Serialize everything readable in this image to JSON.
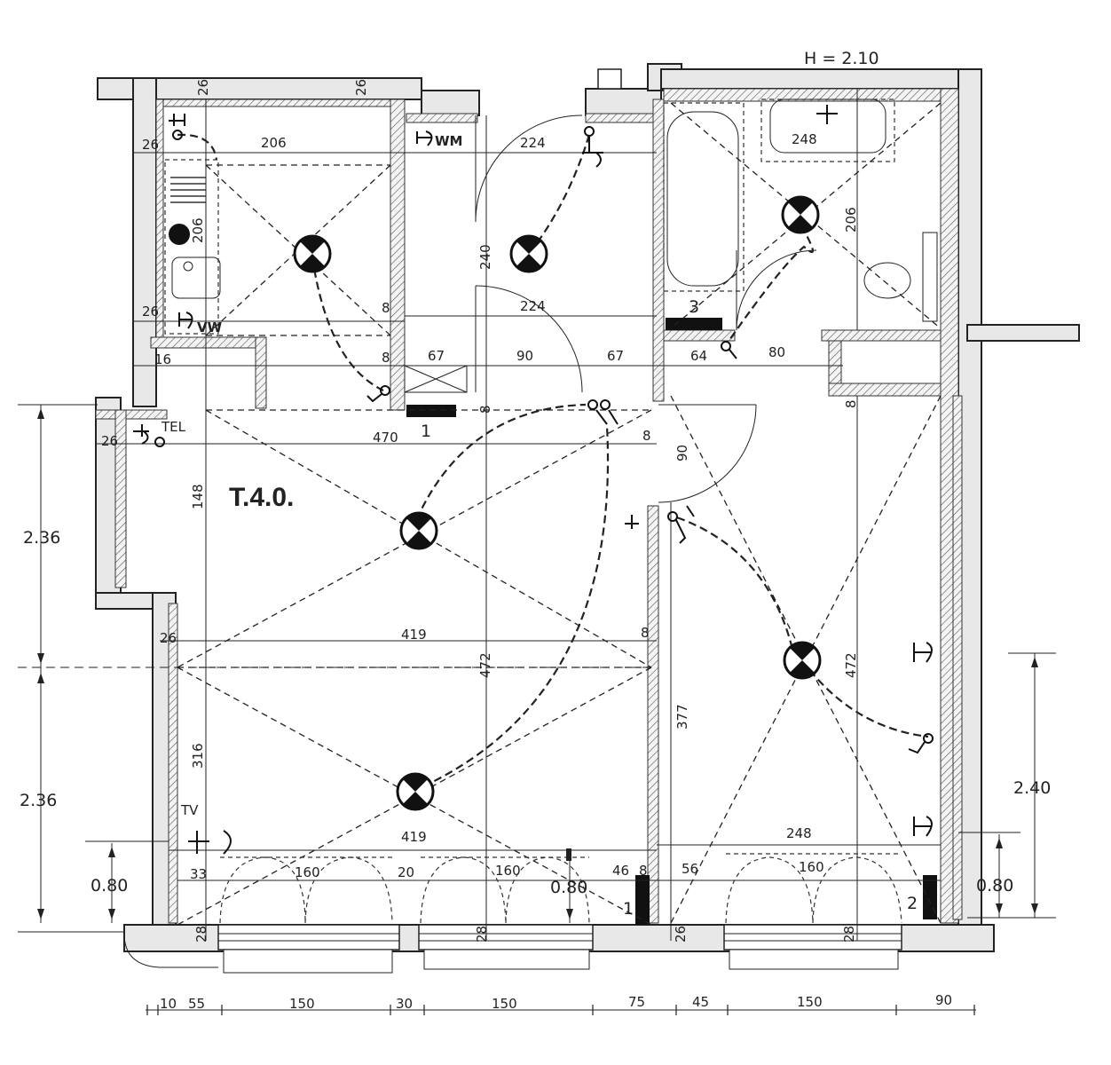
{
  "plan": {
    "height_label": "H = 2.10",
    "room_label": "T.4.0.",
    "symbols": {
      "washing_machine": "WM",
      "vw": "VW",
      "telephone": "TEL",
      "tv": "TV"
    },
    "markers": {
      "m1_top": "1",
      "m3": "3",
      "m1_bottom": "1",
      "m2": "2"
    },
    "interior_dims": {
      "kitchen_width": "206",
      "kitchen_height": "206",
      "hall_width_top": "224",
      "hall_width_mid": "224",
      "hall_height": "240",
      "bath_width": "248",
      "bath_height": "206",
      "wall_16": "16",
      "seg_67a": "67",
      "seg_90": "90",
      "seg_67b": "67",
      "seg_64": "64",
      "seg_80": "80",
      "living_width_top": "470",
      "living_h1": "148",
      "living_width_mid": "419",
      "living_height": "472",
      "living_h2": "316",
      "living_width_bottom": "419",
      "bedroom_width_bottom": "248",
      "bedroom_height": "472",
      "corridor_height": "377",
      "door_90": "90",
      "t8_a": "8",
      "t8_b": "8",
      "t8_c": "8",
      "t8_d": "8",
      "t8_e": "8",
      "t8_f": "8",
      "t8_g": "8",
      "t26_a": "26",
      "t26_b": "26",
      "t26_c": "26",
      "t26_d": "26",
      "t26_e": "26",
      "t26_f": "26",
      "t26_g": "26",
      "t28_a": "28",
      "t28_b": "28",
      "t28_c": "28"
    },
    "window_row": {
      "w33": "33",
      "w160a": "160",
      "w20": "20",
      "w160b": "160",
      "w46": "46",
      "w56": "56",
      "w160c": "160"
    },
    "left_heights": [
      "2.36",
      "2.36",
      "0.80"
    ],
    "center_height": "0.80",
    "right_heights": [
      "2.40",
      "0.80"
    ],
    "bottom_dims": [
      "10",
      "55",
      "150",
      "30",
      "150",
      "75",
      "45",
      "150",
      "90"
    ]
  }
}
